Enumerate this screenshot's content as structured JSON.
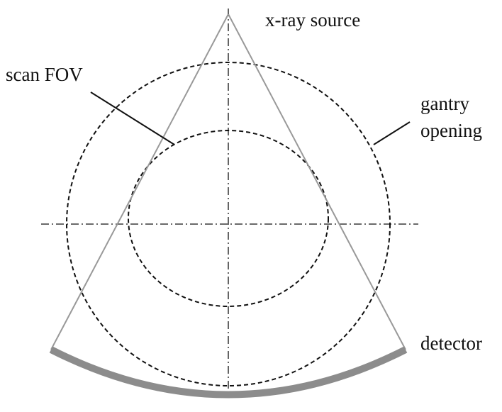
{
  "labels": {
    "source": "x-ray source",
    "scan_fov": "scan FOV",
    "gantry_line1": "gantry",
    "gantry_line2": "opening",
    "detector": "detector"
  },
  "colors": {
    "dashed": "#111111",
    "beam": "#999999",
    "detector_arc": "#8c8c8c",
    "text": "#111111"
  }
}
